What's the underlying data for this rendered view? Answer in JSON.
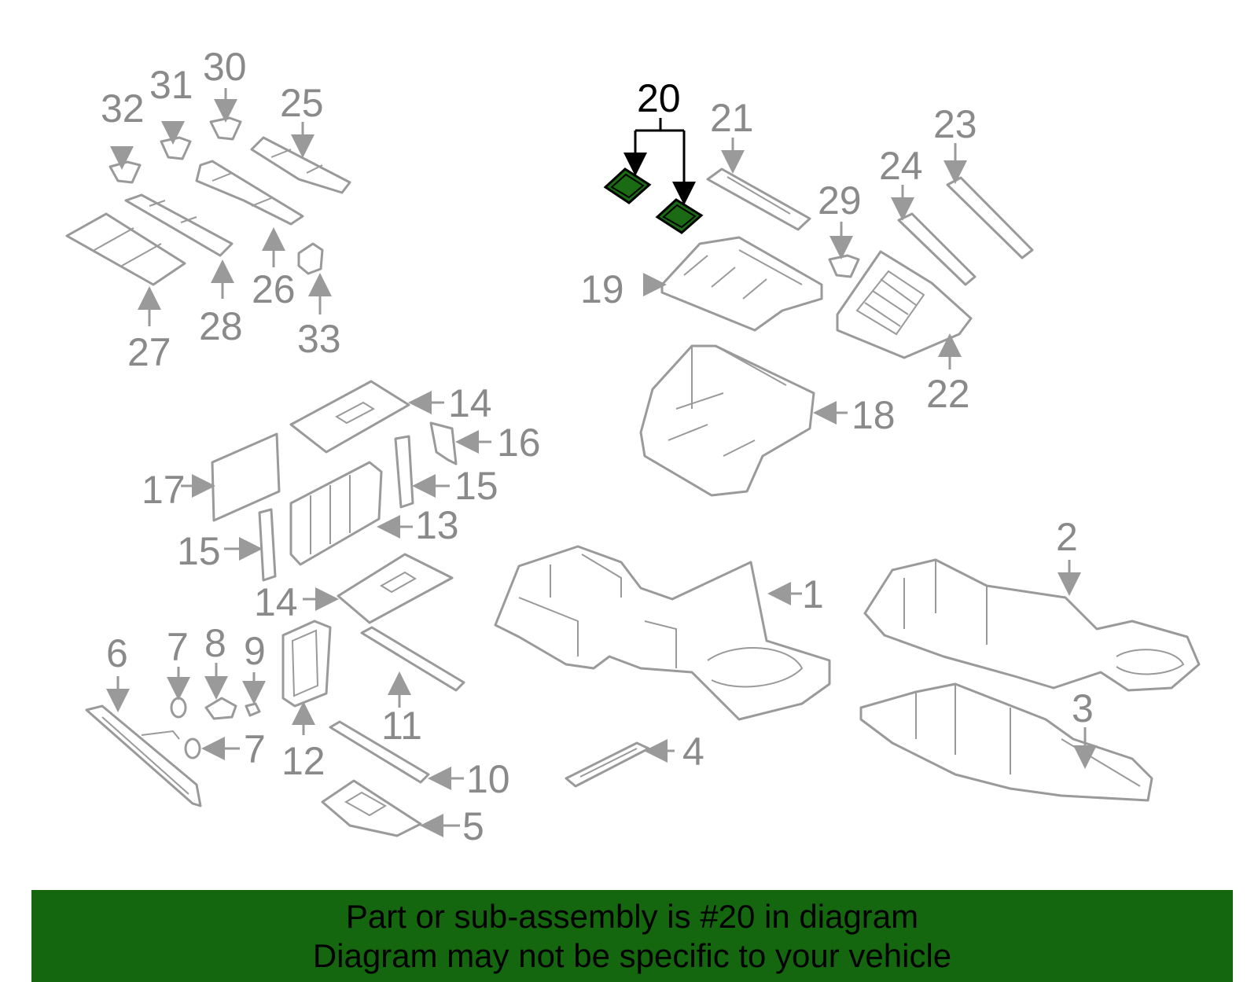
{
  "highlight_color": "#14660f",
  "highlighted_callout": "20",
  "callouts": [
    "1",
    "2",
    "3",
    "4",
    "5",
    "6",
    "7",
    "7",
    "8",
    "9",
    "10",
    "11",
    "12",
    "13",
    "14",
    "14",
    "15",
    "15",
    "16",
    "17",
    "18",
    "19",
    "20",
    "21",
    "22",
    "23",
    "24",
    "25",
    "26",
    "27",
    "28",
    "29",
    "30",
    "31",
    "32",
    "33"
  ],
  "banner": {
    "line1": "Part or sub-assembly is #20 in diagram",
    "line2": "Diagram may not be specific to your vehicle"
  }
}
